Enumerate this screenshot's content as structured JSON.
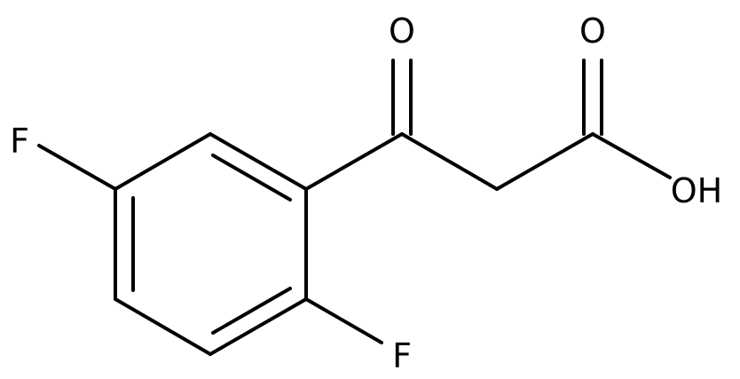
{
  "molecule": {
    "atoms": {
      "f_top": "F",
      "f_bottom": "F",
      "o_ketone": "O",
      "o_acid": "O",
      "oh_acid": "OH"
    },
    "colors": {
      "bond": "#000000",
      "label": "#000000",
      "background": "#ffffff"
    }
  }
}
